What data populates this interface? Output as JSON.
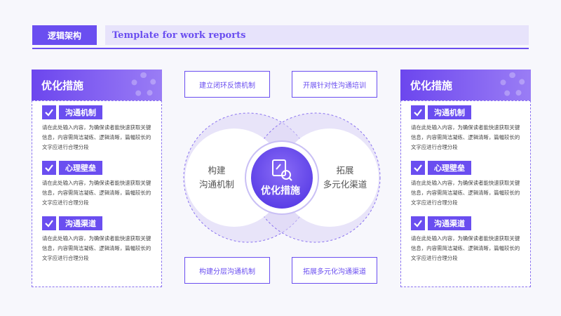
{
  "header": {
    "tag": "逻辑架构",
    "subtitle": "Template for work reports"
  },
  "left_panel": {
    "title": "优化措施",
    "items": [
      {
        "label": "沟通机制",
        "desc": "请在此处输入内容，为确保读者能快速获取关键信息，内容需简洁凝练、逻辑清晰，篇幅较长的文字应进行合理分段"
      },
      {
        "label": "心理壁垒",
        "desc": "请在此处输入内容，为确保读者能快速获取关键信息，内容需简洁凝练、逻辑清晰，篇幅较长的文字应进行合理分段"
      },
      {
        "label": "沟通渠道",
        "desc": "请在此处输入内容，为确保读者能快速获取关键信息，内容需简洁凝练、逻辑清晰，篇幅较长的文字应进行合理分段"
      }
    ]
  },
  "right_panel": {
    "title": "优化措施",
    "items": [
      {
        "label": "沟通机制",
        "desc": "请在此处输入内容，为确保读者能快速获取关键信息，内容需简洁凝练、逻辑清晰，篇幅较长的文字应进行合理分段"
      },
      {
        "label": "心理壁垒",
        "desc": "请在此处输入内容，为确保读者能快速获取关键信息，内容需简洁凝练、逻辑清晰，篇幅较长的文字应进行合理分段"
      },
      {
        "label": "沟通渠道",
        "desc": "请在此处输入内容，为确保读者能快速获取关键信息，内容需简洁凝练、逻辑清晰，篇幅较长的文字应进行合理分段"
      }
    ]
  },
  "boxes": {
    "top_left": "建立闭环反馈机制",
    "top_right": "开展针对性沟通培训",
    "bottom_left": "构建分层沟通机制",
    "bottom_right": "拓展多元化沟通渠道"
  },
  "center": {
    "left_line1": "构建",
    "left_line2": "沟通机制",
    "right_line1": "拓展",
    "right_line2": "多元化渠道",
    "core": "优化措施",
    "core_icon": "document-search-icon"
  },
  "colors": {
    "accent": "#6a4ef0",
    "accent_light": "#e7e3fb",
    "circle_fill": "#dcd6f6"
  }
}
